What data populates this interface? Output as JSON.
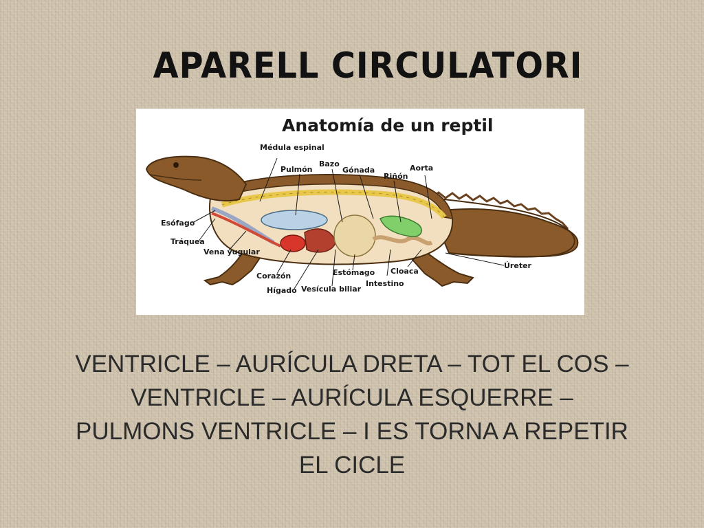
{
  "slide": {
    "title": "APARELL CIRCULATORI",
    "body_lines": [
      "VENTRICLE – AURÍCULA DRETA – TOT EL COS –",
      "VENTRICLE – AURÍCULA ESQUERRE –",
      "PULMONS VENTRICLE – I ES TORNA A REPETIR",
      "EL CICLE"
    ]
  },
  "figure": {
    "title": "Anatomía de un reptil",
    "labels": {
      "medula": "Médula espinal",
      "pulmon": "Pulmón",
      "bazo": "Bazo",
      "gonada": "Gónada",
      "aorta": "Aorta",
      "rinon": "Riñón",
      "esofago": "Esófago",
      "traquea": "Tráquea",
      "vena": "Vena yugular",
      "corazon": "Corazón",
      "higado": "Hígado",
      "vesicula": "Vesícula biliar",
      "estomago": "Estómago",
      "intestino": "Intestino",
      "cloaca": "Cloaca",
      "ureter": "Úreter"
    },
    "colors": {
      "skin": "#8a5a2b",
      "lung": "#b9d2e6",
      "heart": "#d8362a",
      "kidney": "#7fcf6a",
      "stomach": "#ead7a8",
      "spine": "#e8c84a"
    }
  }
}
